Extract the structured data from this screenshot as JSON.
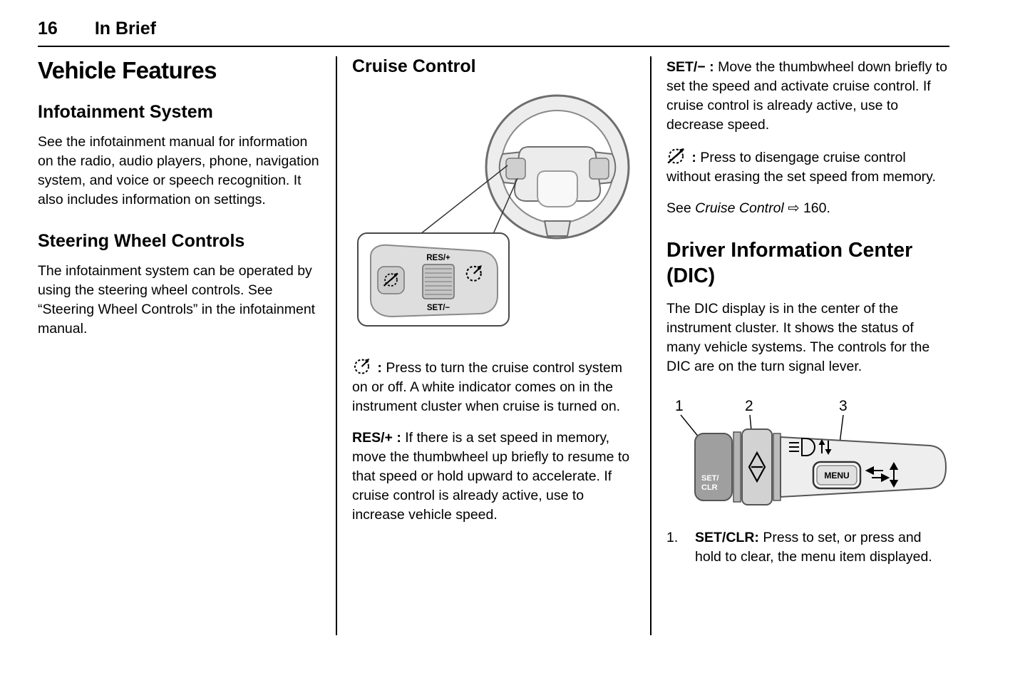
{
  "header": {
    "page_number": "16",
    "section": "In Brief"
  },
  "col1": {
    "title": "Vehicle Features",
    "infotainment": {
      "heading": "Infotainment System",
      "body": "See the infotainment manual for information on the radio, audio players, phone, navigation system, and voice or speech recognition. It also includes information on settings."
    },
    "steering": {
      "heading": "Steering Wheel Controls",
      "body": "The infotainment system can be operated by using the steering wheel controls. See “Steering Wheel Controls” in the infotainment manual."
    }
  },
  "col2": {
    "heading": "Cruise Control",
    "figure": {
      "res_label": "RES/+",
      "set_label": "SET/−",
      "on_off_icon": "cruise-on-off-gauge-icon",
      "cancel_icon": "cruise-cancel-gauge-icon"
    },
    "on_off": {
      "colon": ":",
      "body": "Press to turn the cruise control system on or off. A white indicator comes on in the instrument cluster when cruise is turned on."
    },
    "res": {
      "lead": "RES/+ :",
      "body": "If there is a set speed in memory, move the thumbwheel up briefly to resume to that speed or hold upward to accelerate. If cruise control is already active, use to increase vehicle speed."
    }
  },
  "col3": {
    "set": {
      "lead": "SET/− :",
      "body": "Move the thumbwheel down briefly to set the speed and activate cruise control. If cruise control is already active, use to decrease speed."
    },
    "cancel": {
      "colon": ":",
      "body": "Press to disengage cruise control without erasing the set speed from memory."
    },
    "see_ref": {
      "prefix": "See",
      "title": "Cruise Control",
      "arrow_page": "⇨ 160."
    },
    "dic": {
      "heading": "Driver Information Center (DIC)",
      "body": "The DIC display is in the center of the instrument cluster. It shows the status of many vehicle systems. The controls for the DIC are on the turn signal lever.",
      "figure": {
        "callout_1": "1",
        "callout_2": "2",
        "callout_3": "3",
        "set_clr_line1": "SET/",
        "set_clr_line2": "CLR",
        "menu_label": "MENU"
      },
      "item1": {
        "num": "1.",
        "lead": "SET/CLR:",
        "body": "Press to set, or press and hold to clear, the menu item displayed."
      }
    }
  }
}
